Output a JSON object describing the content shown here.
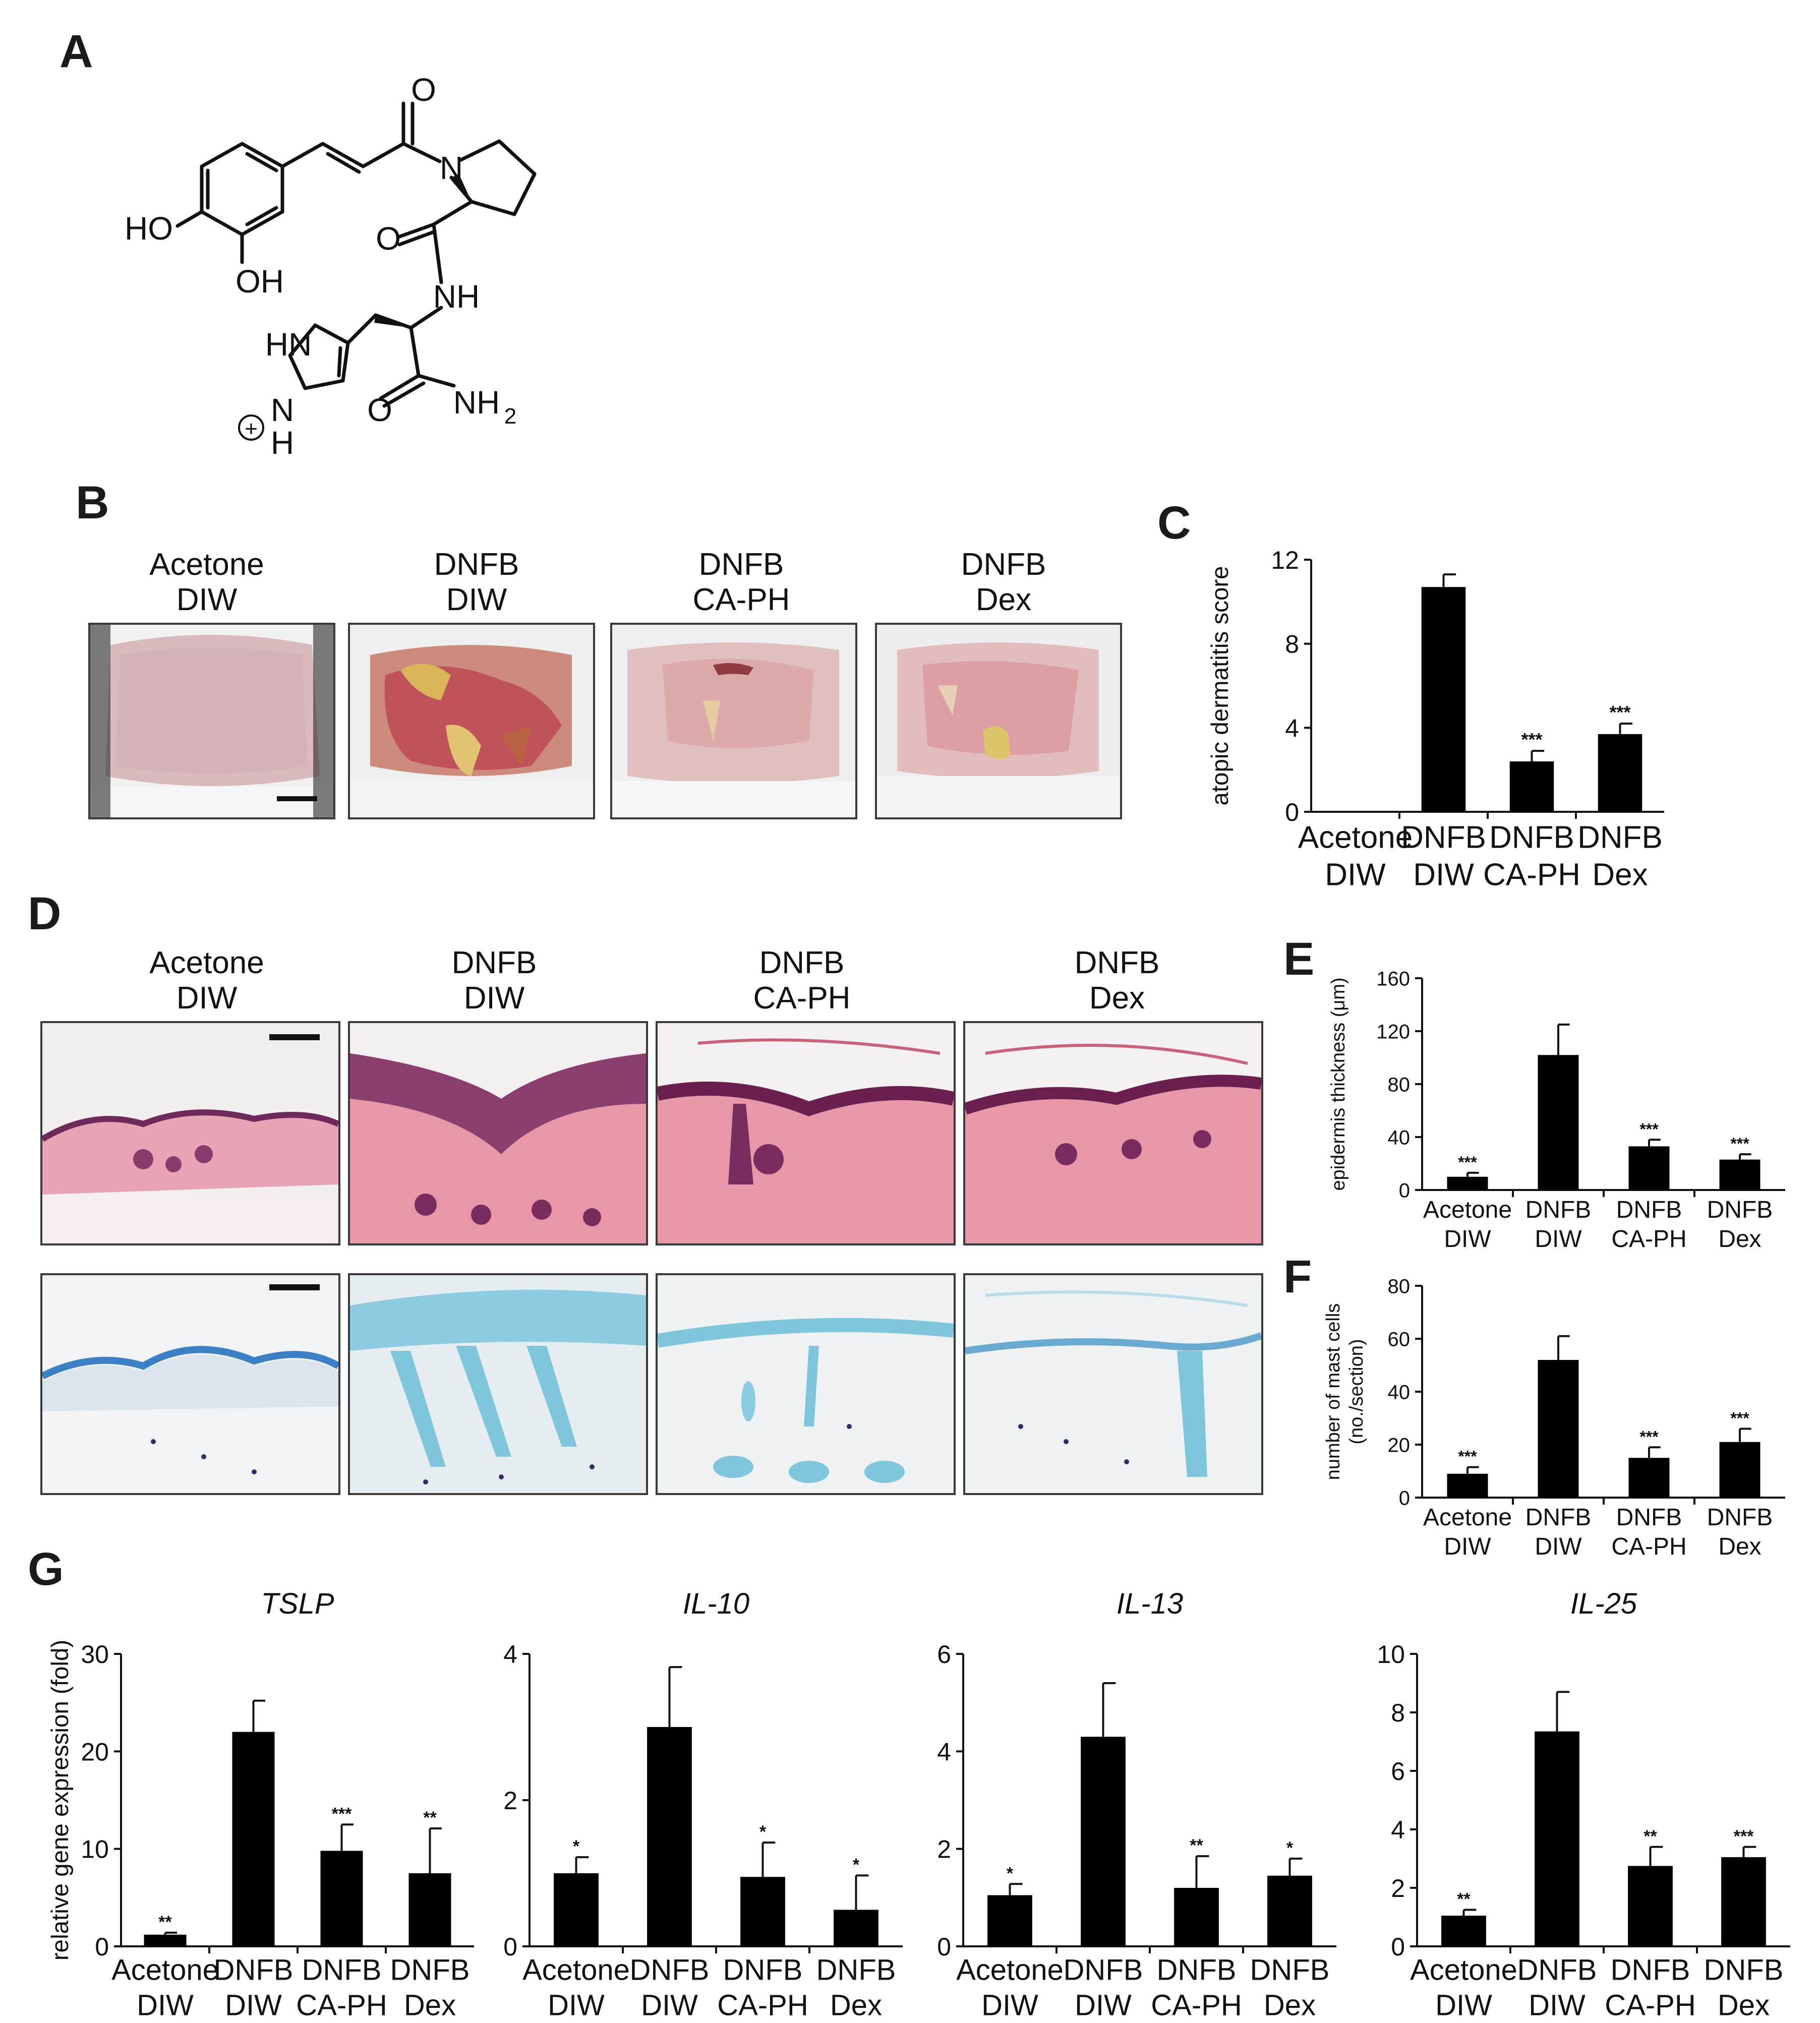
{
  "panels": {
    "A": "A",
    "B": "B",
    "C": "C",
    "D": "D",
    "E": "E",
    "F": "F",
    "G": "G"
  },
  "structure": {
    "atoms": {
      "o_top": "O",
      "n_pro": "N",
      "o_amide1": "O",
      "nh_amide": "NH",
      "ho_4": "HO",
      "oh_3": "OH",
      "hn_imid": "HN",
      "n_imid": "N",
      "h_imid": "H",
      "charge": "+",
      "o_amide2": "O",
      "nh2": "NH",
      "nh2_sub": "2"
    }
  },
  "groups": [
    {
      "line1": "Acetone",
      "line2": "DIW"
    },
    {
      "line1": "DNFB",
      "line2": "DIW"
    },
    {
      "line1": "DNFB",
      "line2": "CA-PH"
    },
    {
      "line1": "DNFB",
      "line2": "Dex"
    }
  ],
  "colors": {
    "bar": "#000000",
    "fur": "#f2f2f2",
    "skin_pink": "#d9b7b8",
    "lesion_red": "#c0535a",
    "crust_yellow": "#d9b458",
    "he_pink": "#e79aab",
    "he_dark": "#7a2c5e",
    "ab_blue": "#7fc6dc",
    "ab_bg": "#eef1f2"
  },
  "chart_data": [
    {
      "id": "C",
      "type": "bar",
      "categories": [
        "Acetone\nDIW",
        "DNFB\nDIW",
        "DNFB\nCA-PH",
        "DNFB\nDex"
      ],
      "values": [
        0,
        10.7,
        2.4,
        3.7
      ],
      "errors": [
        0,
        0.6,
        0.5,
        0.5
      ],
      "significance": [
        "",
        "",
        "***",
        "***"
      ],
      "ylabel": "atopic dermatitis score",
      "ylim": [
        0,
        12
      ],
      "yticks": [
        0,
        4,
        8,
        12
      ],
      "title": ""
    },
    {
      "id": "E",
      "type": "bar",
      "categories": [
        "Acetone\nDIW",
        "DNFB\nDIW",
        "DNFB\nCA-PH",
        "DNFB\nDex"
      ],
      "values": [
        10,
        102,
        33,
        23
      ],
      "errors": [
        3,
        23,
        5,
        4
      ],
      "significance": [
        "***",
        "",
        "***",
        "***"
      ],
      "ylabel": "epidermis thickness (μm)",
      "ylim": [
        0,
        160
      ],
      "yticks": [
        0,
        40,
        80,
        120,
        160
      ],
      "title": ""
    },
    {
      "id": "F",
      "type": "bar",
      "categories": [
        "Acetone\nDIW",
        "DNFB\nDIW",
        "DNFB\nCA-PH",
        "DNFB\nDex"
      ],
      "values": [
        9,
        52,
        15,
        21
      ],
      "errors": [
        2.5,
        9,
        4,
        5
      ],
      "significance": [
        "***",
        "",
        "***",
        "***"
      ],
      "ylabel": "number of mast cells\n(no./section)",
      "ylim": [
        0,
        80
      ],
      "yticks": [
        0,
        20,
        40,
        60,
        80
      ],
      "title": ""
    },
    {
      "id": "G1",
      "type": "bar",
      "categories": [
        "Acetone\nDIW",
        "DNFB\nDIW",
        "DNFB\nCA-PH",
        "DNFB\nDex"
      ],
      "values": [
        1.2,
        22,
        9.8,
        7.5
      ],
      "errors": [
        0.2,
        3.2,
        2.7,
        4.6
      ],
      "significance": [
        "**",
        "",
        "***",
        "**"
      ],
      "ylabel": "relative gene expression (fold)",
      "ylim": [
        0,
        30
      ],
      "yticks": [
        0,
        10,
        20,
        30
      ],
      "title": "TSLP"
    },
    {
      "id": "G2",
      "type": "bar",
      "categories": [
        "Acetone\nDIW",
        "DNFB\nDIW",
        "DNFB\nCA-PH",
        "DNFB\nDex"
      ],
      "values": [
        1.0,
        3.0,
        0.95,
        0.5
      ],
      "errors": [
        0.22,
        0.82,
        0.47,
        0.47
      ],
      "significance": [
        "*",
        "",
        "*",
        "*"
      ],
      "ylabel": "",
      "ylim": [
        0,
        4
      ],
      "yticks": [
        0,
        2,
        4
      ],
      "title": "IL-10"
    },
    {
      "id": "G3",
      "type": "bar",
      "categories": [
        "Acetone\nDIW",
        "DNFB\nDIW",
        "DNFB\nCA-PH",
        "DNFB\nDex"
      ],
      "values": [
        1.05,
        4.3,
        1.2,
        1.45
      ],
      "errors": [
        0.23,
        1.1,
        0.65,
        0.35
      ],
      "significance": [
        "*",
        "",
        "**",
        "*"
      ],
      "ylabel": "",
      "ylim": [
        0,
        6
      ],
      "yticks": [
        0,
        2,
        4,
        6
      ],
      "title": "IL-13"
    },
    {
      "id": "G4",
      "type": "bar",
      "categories": [
        "Acetone\nDIW",
        "DNFB\nDIW",
        "DNFB\nCA-PH",
        "DNFB\nDex"
      ],
      "values": [
        1.05,
        7.35,
        2.75,
        3.05
      ],
      "errors": [
        0.2,
        1.35,
        0.65,
        0.35
      ],
      "significance": [
        "**",
        "",
        "**",
        "***"
      ],
      "ylabel": "",
      "ylim": [
        0,
        10
      ],
      "yticks": [
        0,
        2,
        4,
        6,
        8,
        10
      ],
      "title": "IL-25"
    }
  ]
}
